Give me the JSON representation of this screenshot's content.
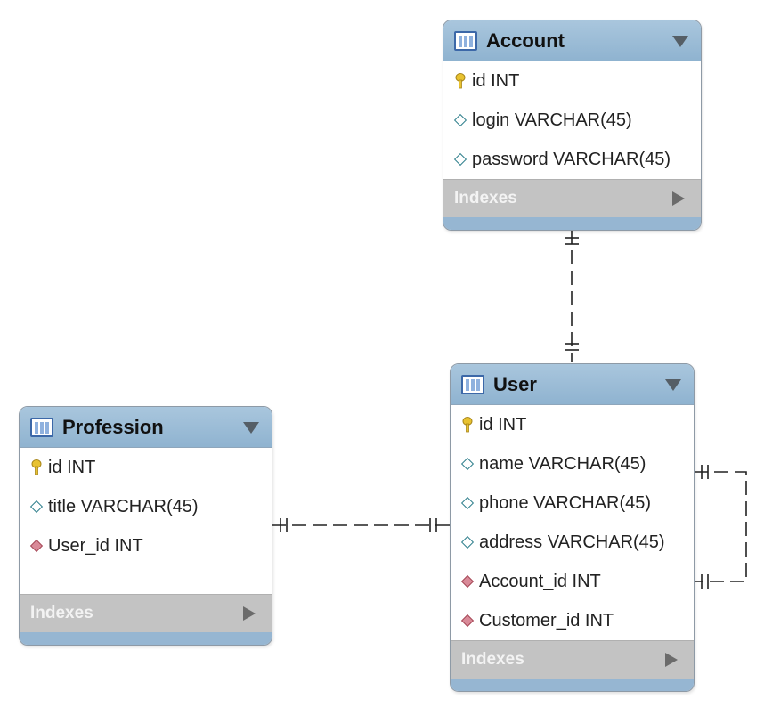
{
  "tables": {
    "account": {
      "name": "Account",
      "columns": [
        {
          "text": "id INT",
          "kind": "primary-key"
        },
        {
          "text": "login VARCHAR(45)",
          "kind": "attribute"
        },
        {
          "text": "password VARCHAR(45)",
          "kind": "attribute"
        }
      ],
      "indexes_label": "Indexes"
    },
    "user": {
      "name": "User",
      "columns": [
        {
          "text": "id INT",
          "kind": "primary-key"
        },
        {
          "text": "name VARCHAR(45)",
          "kind": "attribute"
        },
        {
          "text": "phone VARCHAR(45)",
          "kind": "attribute"
        },
        {
          "text": "address VARCHAR(45)",
          "kind": "attribute"
        },
        {
          "text": "Account_id INT",
          "kind": "foreign-key"
        },
        {
          "text": "Customer_id INT",
          "kind": "foreign-key"
        }
      ],
      "indexes_label": "Indexes"
    },
    "profession": {
      "name": "Profession",
      "columns": [
        {
          "text": "id INT",
          "kind": "primary-key"
        },
        {
          "text": "title VARCHAR(45)",
          "kind": "attribute"
        },
        {
          "text": "User_id INT",
          "kind": "foreign-key"
        }
      ],
      "indexes_label": "Indexes"
    }
  },
  "relationships": [
    {
      "from": "account",
      "to": "user",
      "type": "one-to-one",
      "line_style": "dashed"
    },
    {
      "from": "profession",
      "to": "user",
      "type": "one-to-one",
      "line_style": "dashed"
    },
    {
      "from": "user",
      "to": "user",
      "type": "one-to-one",
      "line_style": "dashed"
    }
  ],
  "colors": {
    "header": "#9dbdd8",
    "indexes_bar": "#c3c3c3",
    "footer": "#96b6d2",
    "primary_key": "#e8c230",
    "foreign_key": "#d98a98",
    "attribute": "#2f7f8c"
  }
}
